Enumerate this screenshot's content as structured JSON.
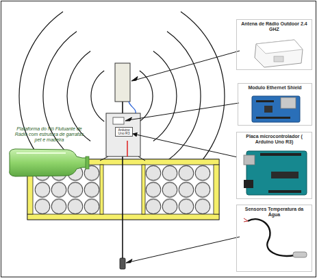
{
  "diagram": {
    "nodes": [
      {
        "text": [
          "Antena de Rádio Outdoor 2.4 GHZ"
        ]
      },
      {
        "text": [
          "Modulo Ethernet Shield"
        ]
      },
      {
        "text": [
          "Arduino Uno R3"
        ]
      },
      {
        "text": [
          "Placa microcontrolador ( Arduino Uno R3)"
        ]
      },
      {
        "text": [
          "Sensores Temperatura da Água"
        ]
      }
    ],
    "edges": [
      {
        "from": 3,
        "to": 2,
        "arrow": "to"
      }
    ],
    "labels": [
      "Plataforma do Nó Flutuante de Rádio com estrutura de garrafas pet e madeira"
    ]
  }
}
